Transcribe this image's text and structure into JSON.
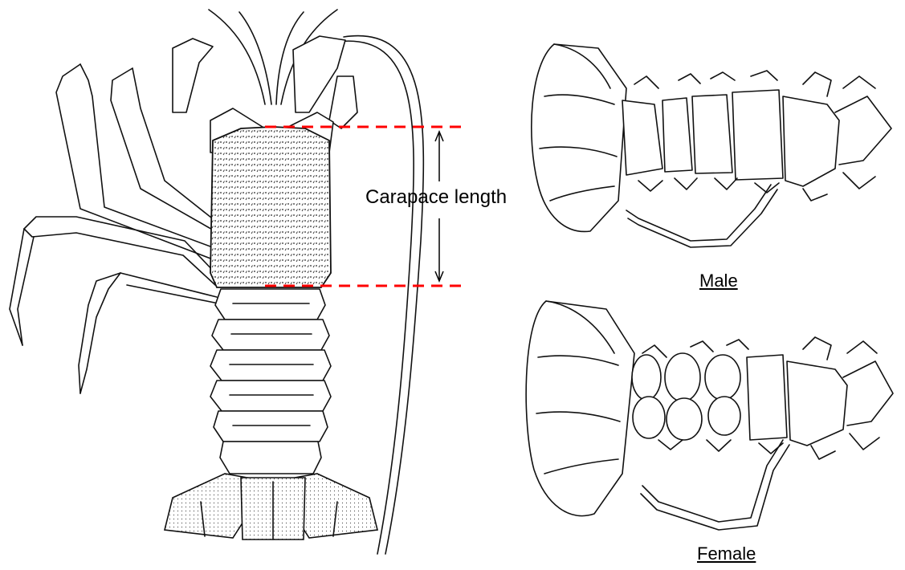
{
  "figure": {
    "labels": {
      "carapace": "Carapace length",
      "male": "Male",
      "female": "Female"
    },
    "colors": {
      "measure_line": "#ff0000",
      "ink": "#111111",
      "background": "#ffffff"
    },
    "icons": {
      "lobster": "spiny-lobster-dorsal-illustration",
      "male_abdomen": "male-abdomen-ventral-illustration",
      "female_abdomen": "female-abdomen-ventral-illustration"
    }
  }
}
